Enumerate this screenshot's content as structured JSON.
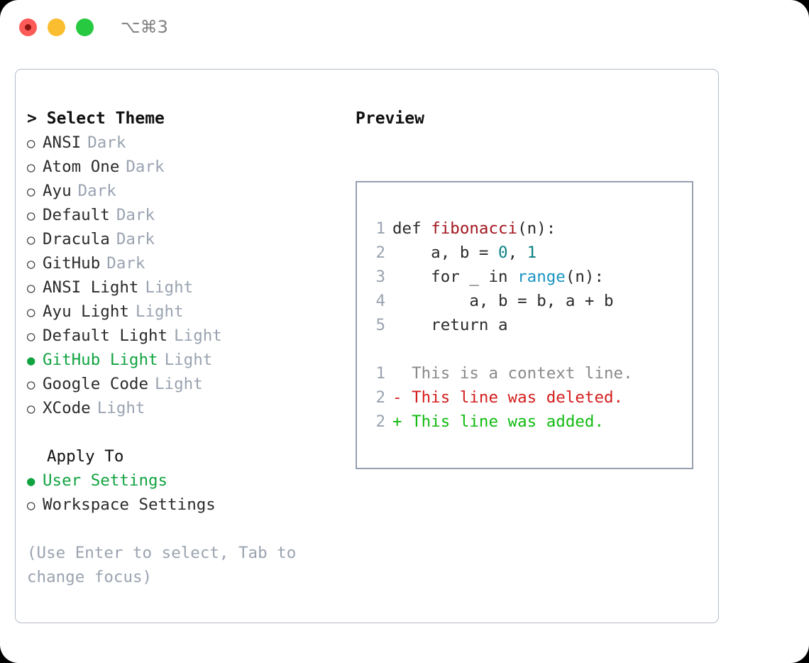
{
  "titlebar": {
    "shortcut": "⌥⌘3",
    "buttons": [
      {
        "name": "close",
        "color": "#fc5b57"
      },
      {
        "name": "minimize",
        "color": "#f9bd2f"
      },
      {
        "name": "zoom",
        "color": "#26c93f"
      }
    ]
  },
  "theme_picker": {
    "header_caret": ">",
    "header": "Select Theme",
    "marker_unselected": "○",
    "marker_selected": "●",
    "selected_color": "#12a341",
    "items": [
      {
        "label": "ANSI",
        "tag": "Dark",
        "selected": false
      },
      {
        "label": "Atom One",
        "tag": "Dark",
        "selected": false
      },
      {
        "label": "Ayu",
        "tag": "Dark",
        "selected": false
      },
      {
        "label": "Default",
        "tag": "Dark",
        "selected": false
      },
      {
        "label": "Dracula",
        "tag": "Dark",
        "selected": false
      },
      {
        "label": "GitHub",
        "tag": "Dark",
        "selected": false
      },
      {
        "label": "ANSI Light",
        "tag": "Light",
        "selected": false
      },
      {
        "label": "Ayu Light",
        "tag": "Light",
        "selected": false
      },
      {
        "label": "Default Light",
        "tag": "Light",
        "selected": false
      },
      {
        "label": "GitHub Light",
        "tag": "Light",
        "selected": true
      },
      {
        "label": "Google Code",
        "tag": "Light",
        "selected": false
      },
      {
        "label": "XCode",
        "tag": "Light",
        "selected": false
      }
    ]
  },
  "apply_to": {
    "title": "Apply To",
    "options": [
      {
        "label": "User Settings",
        "selected": true
      },
      {
        "label": "Workspace Settings",
        "selected": false
      }
    ]
  },
  "hint": "(Use Enter to select, Tab to change focus)",
  "preview": {
    "label": "Preview",
    "code_lines": [
      {
        "n": "1",
        "tokens": [
          {
            "t": "def ",
            "k": "plain"
          },
          {
            "t": "fibonacci",
            "k": "func"
          },
          {
            "t": "(n):",
            "k": "plain"
          }
        ]
      },
      {
        "n": "2",
        "tokens": [
          {
            "t": "    a, b = ",
            "k": "plain"
          },
          {
            "t": "0",
            "k": "num"
          },
          {
            "t": ", ",
            "k": "plain"
          },
          {
            "t": "1",
            "k": "num"
          }
        ]
      },
      {
        "n": "3",
        "tokens": [
          {
            "t": "    for _ in ",
            "k": "plain"
          },
          {
            "t": "range",
            "k": "builtin"
          },
          {
            "t": "(n):",
            "k": "plain"
          }
        ]
      },
      {
        "n": "4",
        "tokens": [
          {
            "t": "        a, b = b, a + b",
            "k": "plain"
          }
        ]
      },
      {
        "n": "5",
        "tokens": [
          {
            "t": "    return a",
            "k": "plain"
          }
        ]
      }
    ],
    "diff_lines": [
      {
        "n": "1",
        "sign": " ",
        "text": " This is a context line.",
        "kind": "context"
      },
      {
        "n": "2",
        "sign": "-",
        "text": " This line was deleted.",
        "kind": "deleted"
      },
      {
        "n": "2",
        "sign": "+",
        "text": " This line was added.",
        "kind": "added"
      }
    ],
    "colors": {
      "function": "#a3161f",
      "number": "#0d8080",
      "builtin": "#1a94c4",
      "context": "#8a8a8a",
      "deleted": "#d41d1d",
      "added": "#11bb11",
      "line_number": "#9aa3b0"
    }
  }
}
